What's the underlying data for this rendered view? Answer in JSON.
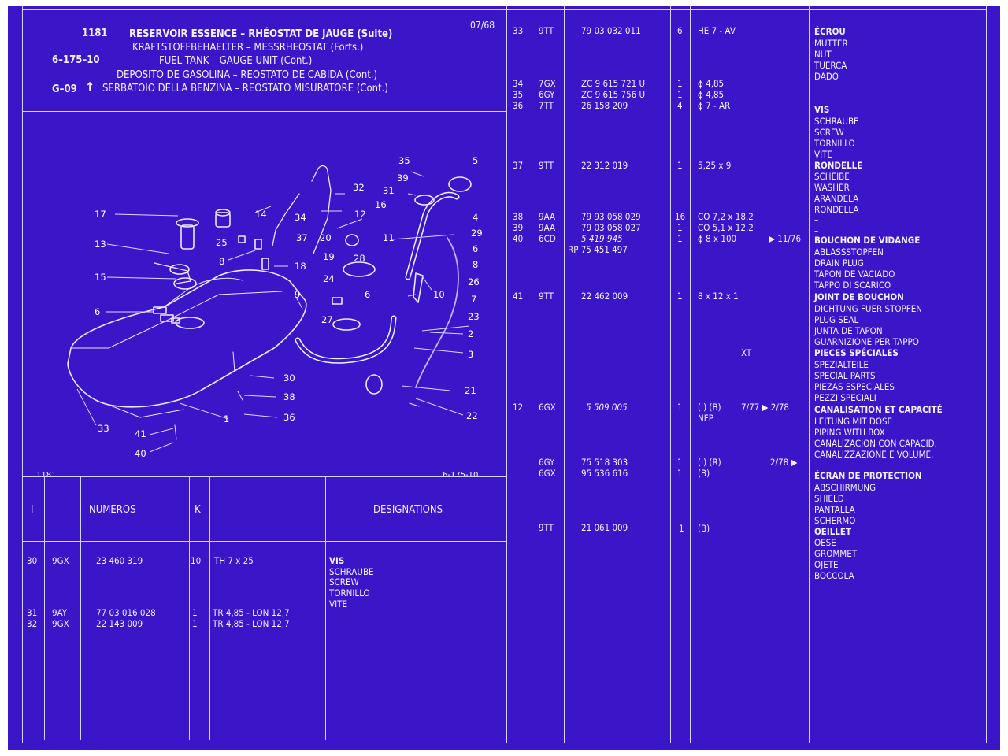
{
  "header": {
    "code": "1181",
    "date": "07/68",
    "ref1": "6–175–10",
    "ref2": "G–09",
    "arrow": "↑",
    "titles": [
      "RESERVOIR ESSENCE – RHÉOSTAT DE JAUGE (Suite)",
      "KRAFTSTOFFBEHAELTER – MESSRHEOSTAT (Forts.)",
      "FUEL TANK – GAUGE UNIT (Cont.)",
      "DEPOSITO DE GASOLINA – REOSTATO DE CABIDA (Cont.)",
      "SERBATOIO DELLA BENZINA – REOSTATO MISURATORE (Cont.)"
    ]
  },
  "diagram": {
    "code": "1181",
    "ref": "6-175-10",
    "callouts": [
      {
        "n": "35"
      },
      {
        "n": "5"
      },
      {
        "n": "39"
      },
      {
        "n": "32"
      },
      {
        "n": "31"
      },
      {
        "n": "16"
      },
      {
        "n": "4"
      },
      {
        "n": "17"
      },
      {
        "n": "14"
      },
      {
        "n": "34"
      },
      {
        "n": "12"
      },
      {
        "n": "29"
      },
      {
        "n": "13"
      },
      {
        "n": "25"
      },
      {
        "n": "37"
      },
      {
        "n": "20"
      },
      {
        "n": "11"
      },
      {
        "n": "6"
      },
      {
        "n": "8"
      },
      {
        "n": "18"
      },
      {
        "n": "19"
      },
      {
        "n": "28"
      },
      {
        "n": "8"
      },
      {
        "n": "15"
      },
      {
        "n": "24"
      },
      {
        "n": "26"
      },
      {
        "n": "9"
      },
      {
        "n": "6"
      },
      {
        "n": "10"
      },
      {
        "n": "7"
      },
      {
        "n": "6"
      },
      {
        "n": "23"
      },
      {
        "n": "27"
      },
      {
        "n": "2"
      },
      {
        "n": "3"
      },
      {
        "n": "30"
      },
      {
        "n": "38"
      },
      {
        "n": "21"
      },
      {
        "n": "36"
      },
      {
        "n": "1"
      },
      {
        "n": "22"
      },
      {
        "n": "33"
      },
      {
        "n": "41"
      },
      {
        "n": "40"
      }
    ]
  },
  "table_header": {
    "col_i": "I",
    "col_numeros": "NUMEROS",
    "col_k": "K",
    "col_designations": "DESIGNATIONS"
  },
  "left_rows": [
    {
      "i": "30",
      "code": "9GX",
      "num": "23 460 319",
      "k": "10",
      "spec": "TH 7 x 25",
      "desig": [
        "VIS",
        "SCHRAUBE",
        "SCREW",
        "TORNILLO",
        "VITE"
      ]
    },
    {
      "i": "31",
      "code": "9AY",
      "num": "77 03 016 028",
      "k": "1",
      "spec": "TR 4,85 - LON 12,7",
      "desig": [
        "–"
      ]
    },
    {
      "i": "32",
      "code": "9GX",
      "num": "22 143 009",
      "k": "1",
      "spec": "TR 4,85 - LON 12,7",
      "desig": [
        "–"
      ]
    }
  ],
  "right_rows": [
    {
      "i": "33",
      "code": "9TT",
      "num": "79 03 032 011",
      "k": "6",
      "spec": "HE 7 - AV",
      "desig": [
        "ÉCROU",
        "MUTTER",
        "NUT",
        "TUERCA",
        "DADO"
      ]
    },
    {
      "i": "34",
      "code": "7GX",
      "num": "ZC 9 615 721 U",
      "k": "1",
      "spec": "ϕ 4,85",
      "desig": [
        "–"
      ]
    },
    {
      "i": "35",
      "code": "6GY",
      "num": "ZC 9 615 756 U",
      "k": "1",
      "spec": "ϕ 4,85",
      "desig": [
        "–"
      ]
    },
    {
      "i": "36",
      "code": "7TT",
      "num": "26 158 209",
      "k": "4",
      "spec": "ϕ 7 - AR",
      "desig": [
        "VIS",
        "SCHRAUBE",
        "SCREW",
        "TORNILLO",
        "VITE"
      ]
    },
    {
      "i": "37",
      "code": "9TT",
      "num": "22 312 019",
      "k": "1",
      "spec": "5,25 x 9",
      "desig": [
        "RONDELLE",
        "SCHEIBE",
        "WASHER",
        "ARANDELA",
        "RONDELLA"
      ]
    },
    {
      "i": "38",
      "code": "9AA",
      "num": "79 93 058 029",
      "k": "16",
      "spec": "CO 7,2 x 18,2",
      "desig": [
        "–"
      ]
    },
    {
      "i": "39",
      "code": "9AA",
      "num": "79 03 058 027",
      "k": "1",
      "spec": "CO 5,1 x 12,2",
      "desig": [
        "–"
      ]
    },
    {
      "i": "40",
      "code": "6CD",
      "num": "5 419 945",
      "num2": "RP 75 451 497",
      "k": "1",
      "spec": "ϕ 8 x 100",
      "note": "▶ 11/76",
      "desig": [
        "BOUCHON DE VIDANGE",
        "ABLASSSTOPFEN",
        "DRAIN PLUG",
        "TAPON DE VACIADO",
        "TAPPO DI SCARICO"
      ]
    },
    {
      "i": "41",
      "code": "9TT",
      "num": "22 462 009",
      "k": "1",
      "spec": "8 x 12 x 1",
      "desig": [
        "JOINT DE BOUCHON",
        "DICHTUNG FUER STOPFEN",
        "PLUG SEAL",
        "JUNTA DE TAPON",
        "GUARNIZIONE PER TAPPO"
      ]
    },
    {
      "xt": "XT",
      "desig": [
        "PIECES SPÉCIALES",
        "SPEZIALTEILE",
        "SPECIAL PARTS",
        "PIEZAS ESPECIALES",
        "PEZZI SPECIALI"
      ]
    },
    {
      "i": "12",
      "code": "6GX",
      "num": "5 509 005",
      "k": "1",
      "spec": "(I) (B)",
      "spec2": "NFP",
      "note": "7/77 ▶ 2/78",
      "desig": [
        "CANALISATION ET CAPACITÉ",
        "LEITUNG MIT DOSE",
        "PIPING WITH BOX",
        "CANALIZACION CON CAPACID.",
        "CANALIZZAZIONE E VOLUME.",
        "–"
      ]
    },
    {
      "code": "6GY",
      "num": "75 518 303",
      "k": "1",
      "spec": "(I) (R)",
      "note": "2/78 ▶",
      "code2": "6GX",
      "num2": "95 536 616",
      "k2": "1",
      "spec2": "(B)",
      "desig": [
        "ÉCRAN DE PROTECTION",
        "ABSCHIRMUNG",
        "SHIELD",
        "PANTALLA",
        "SCHERMO"
      ]
    },
    {
      "code": "9TT",
      "num": "21 061 009",
      "k": "1",
      "spec": "(B)",
      "desig": [
        "OEILLET",
        "OESE",
        "GROMMET",
        "OJETE",
        "BOCCOLA"
      ]
    }
  ]
}
